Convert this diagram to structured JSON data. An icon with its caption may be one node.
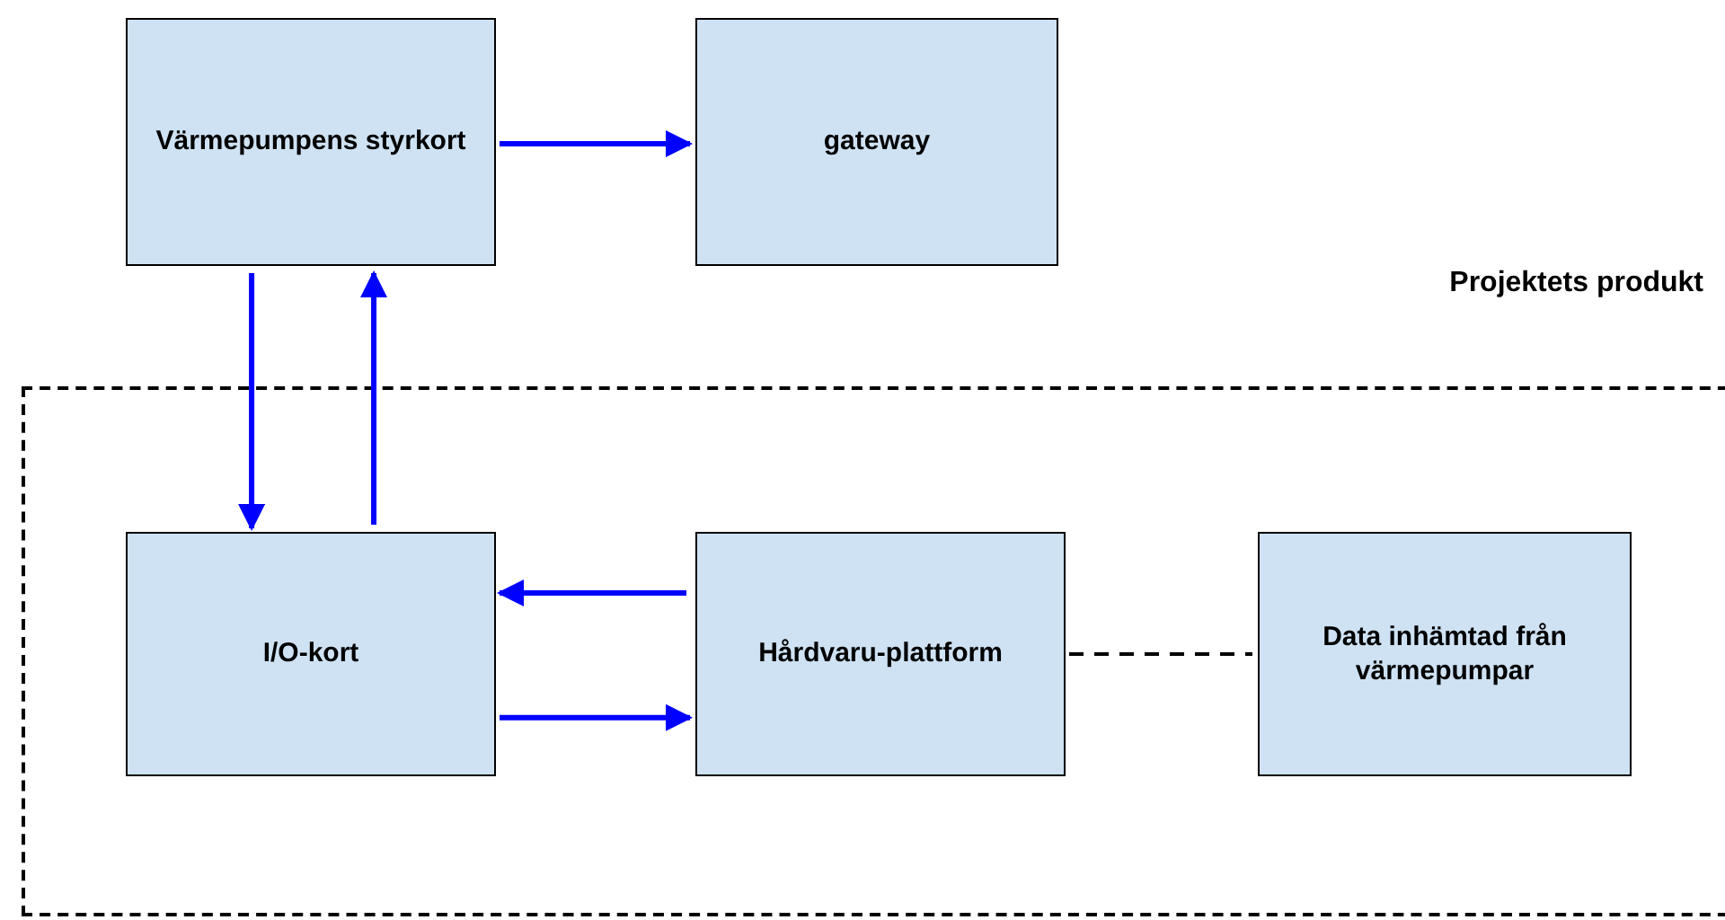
{
  "diagram": {
    "nodes": [
      {
        "text": [
          "Värmepumpens styrkort"
        ]
      },
      {
        "text": [
          "gateway"
        ]
      },
      {
        "text": [
          "Projektets produkt"
        ]
      },
      {
        "text": [
          "I/O-kort"
        ],
        "in": 2
      },
      {
        "text": [
          "Hårdvaru-plattform"
        ],
        "in": 2
      },
      {
        "text": [
          "Data inhämtad från värmepumpar"
        ],
        "in": 2
      }
    ],
    "edges": [
      {
        "from": 0,
        "to": 1,
        "arrow": "to"
      },
      {
        "from": 0,
        "to": 3,
        "arrow": "to"
      },
      {
        "from": 3,
        "to": 0,
        "arrow": "to"
      },
      {
        "from": 4,
        "to": 3,
        "arrow": "to"
      },
      {
        "from": 3,
        "to": 4,
        "arrow": "to"
      },
      {
        "from": 4,
        "to": 5,
        "arrow": "none",
        "style": "dashed",
        "color": "#000000"
      }
    ]
  }
}
